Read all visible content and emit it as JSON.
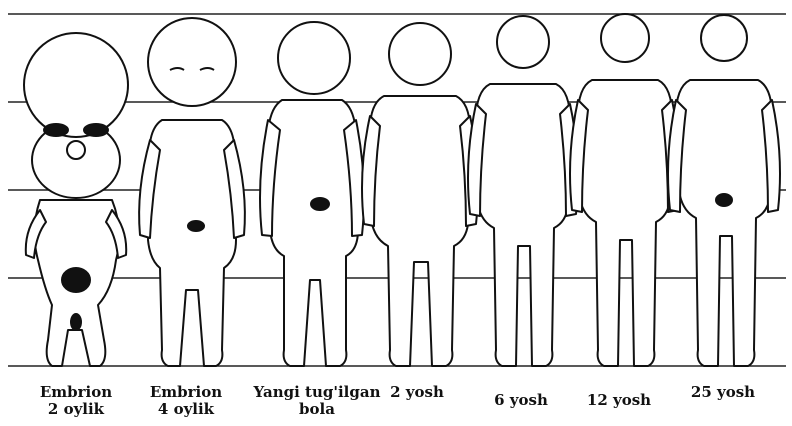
{
  "stages": [
    {
      "line1": "Embrion",
      "line2": "2 oylik"
    },
    {
      "line1": "Embrion",
      "line2": "4 oylik"
    },
    {
      "line1": "Yangi tug'ilgan",
      "line2": "bola"
    },
    {
      "line1": "2 yosh",
      "line2": ""
    },
    {
      "line1": "6 yosh",
      "line2": ""
    },
    {
      "line1": "12 yosh",
      "line2": ""
    },
    {
      "line1": "25 yosh",
      "line2": ""
    }
  ],
  "colors": {
    "ink": "#111111",
    "paper": "#ffffff",
    "guide": "#222222"
  }
}
